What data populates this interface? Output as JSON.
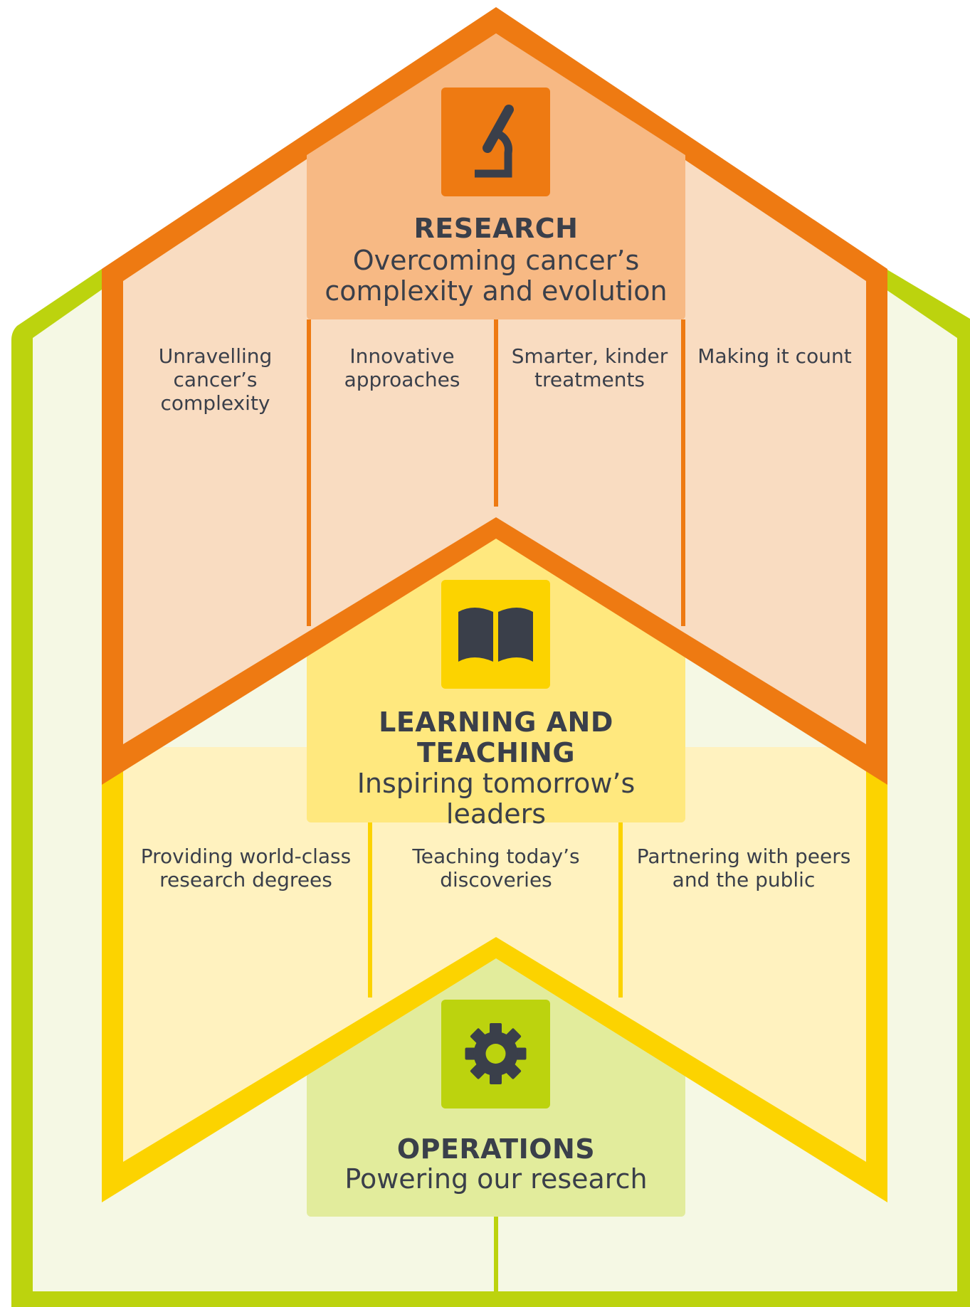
{
  "colors": {
    "research_dark": "#ee7a12",
    "research_mid": "#f7b984",
    "research_light": "#f9dcc1",
    "learning_dark": "#fcd300",
    "learning_mid": "#ffe87e",
    "learning_light": "#fff2bf",
    "operations_dark": "#bcd30e",
    "operations_mid": "#e2ec9c",
    "operations_light": "#f5f8e4",
    "text": "#3a3f4a",
    "icon": "#3a3f4a"
  },
  "research": {
    "title": "RESEARCH",
    "subtitle": "Overcoming cancer’s complexity and evolution",
    "icon": "microscope-icon",
    "pillars": [
      "Unravelling cancer’s complexity",
      "Innovative approaches",
      "Smarter, kinder treatments",
      "Making it count"
    ]
  },
  "learning": {
    "title": "LEARNING AND TEACHING",
    "subtitle": "Inspiring tomorrow’s leaders",
    "icon": "open-book-icon",
    "pillars": [
      "Providing world-class research degrees",
      "Teaching today’s discoveries",
      "Partnering with peers and the public"
    ]
  },
  "operations": {
    "title": "OPERATIONS",
    "subtitle": "Powering our research",
    "icon": "gear-icon"
  }
}
